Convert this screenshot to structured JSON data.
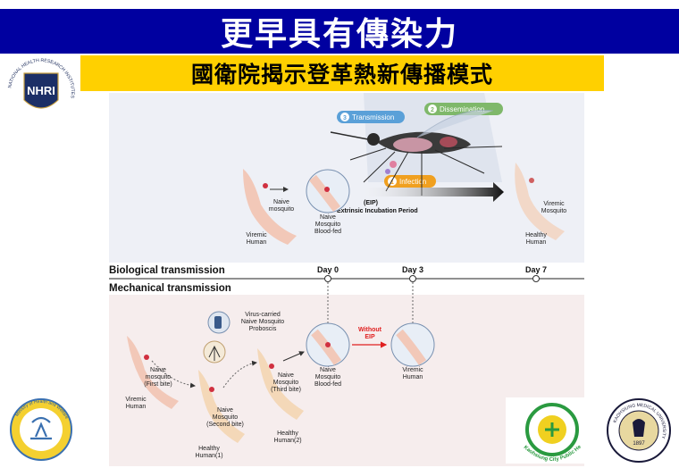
{
  "header": {
    "title": "更早具有傳染力",
    "subtitle": "國衛院揭示登革熱新傳播模式"
  },
  "logos": {
    "nhri_letters": "NHRI",
    "nhri_ring_text": "NATIONAL HEALTH RESEARCH INSTITUTES",
    "bl_ring_text": "Ministry of Health and Welfare",
    "br1_text": "Kaohsiung City Public Health Bureau",
    "br2_text": "KAOHSIUNG MEDICAL UNIVERSITY",
    "br2_year": "1897"
  },
  "diagram": {
    "stages": {
      "transmission": "Transmission",
      "dissemination": "Dissemination",
      "infection": "Infection",
      "n1": "1",
      "n2": "2",
      "n3": "3"
    },
    "eip": {
      "short": "(EIP)",
      "long": "Extrinsic Incubation Period"
    },
    "bio": {
      "naive_mosquito": [
        "Naive",
        "mosquito"
      ],
      "naive_blood_fed": [
        "Naive",
        "Mosquito",
        "Blood-fed"
      ],
      "viremic_human": [
        "Viremic",
        "Human"
      ],
      "healthy_human": [
        "Healthy",
        "Human"
      ],
      "viremic_mosquito": [
        "Viremic",
        "Mosquito"
      ]
    },
    "timeline": {
      "biological_label": "Biological transmission",
      "mechanical_label": "Mechanical transmission",
      "day0": "Day 0",
      "day3": "Day 3",
      "day7": "Day 7"
    },
    "mech": {
      "virus_carried": [
        "Virus-carried",
        "Naive Mosquito",
        "Proboscis"
      ],
      "first_bite": [
        "Naive",
        "mosquito",
        "(First bite)"
      ],
      "viremic_human": [
        "Viremic",
        "Human"
      ],
      "second_bite": [
        "Naive",
        "Mosquito",
        "(Second bite)"
      ],
      "third_bite": [
        "Naive",
        "Mosquito",
        "(Third bite)"
      ],
      "healthy1": [
        "Healthy",
        "Human(1)"
      ],
      "healthy2": [
        "Healthy",
        "Human(2)"
      ],
      "blood_fed": [
        "Naive",
        "Mosquito",
        "Blood-fed"
      ],
      "without_eip": [
        "Without",
        "EIP"
      ],
      "viremic_human_right": [
        "Viremic",
        "Human"
      ]
    }
  },
  "colors": {
    "title_bg": "#0000a0",
    "subtitle_bg": "#ffd000",
    "transmission": "#5aa0d8",
    "dissemination": "#7fb86a",
    "infection": "#f0a020",
    "without_eip": "#e02020"
  }
}
